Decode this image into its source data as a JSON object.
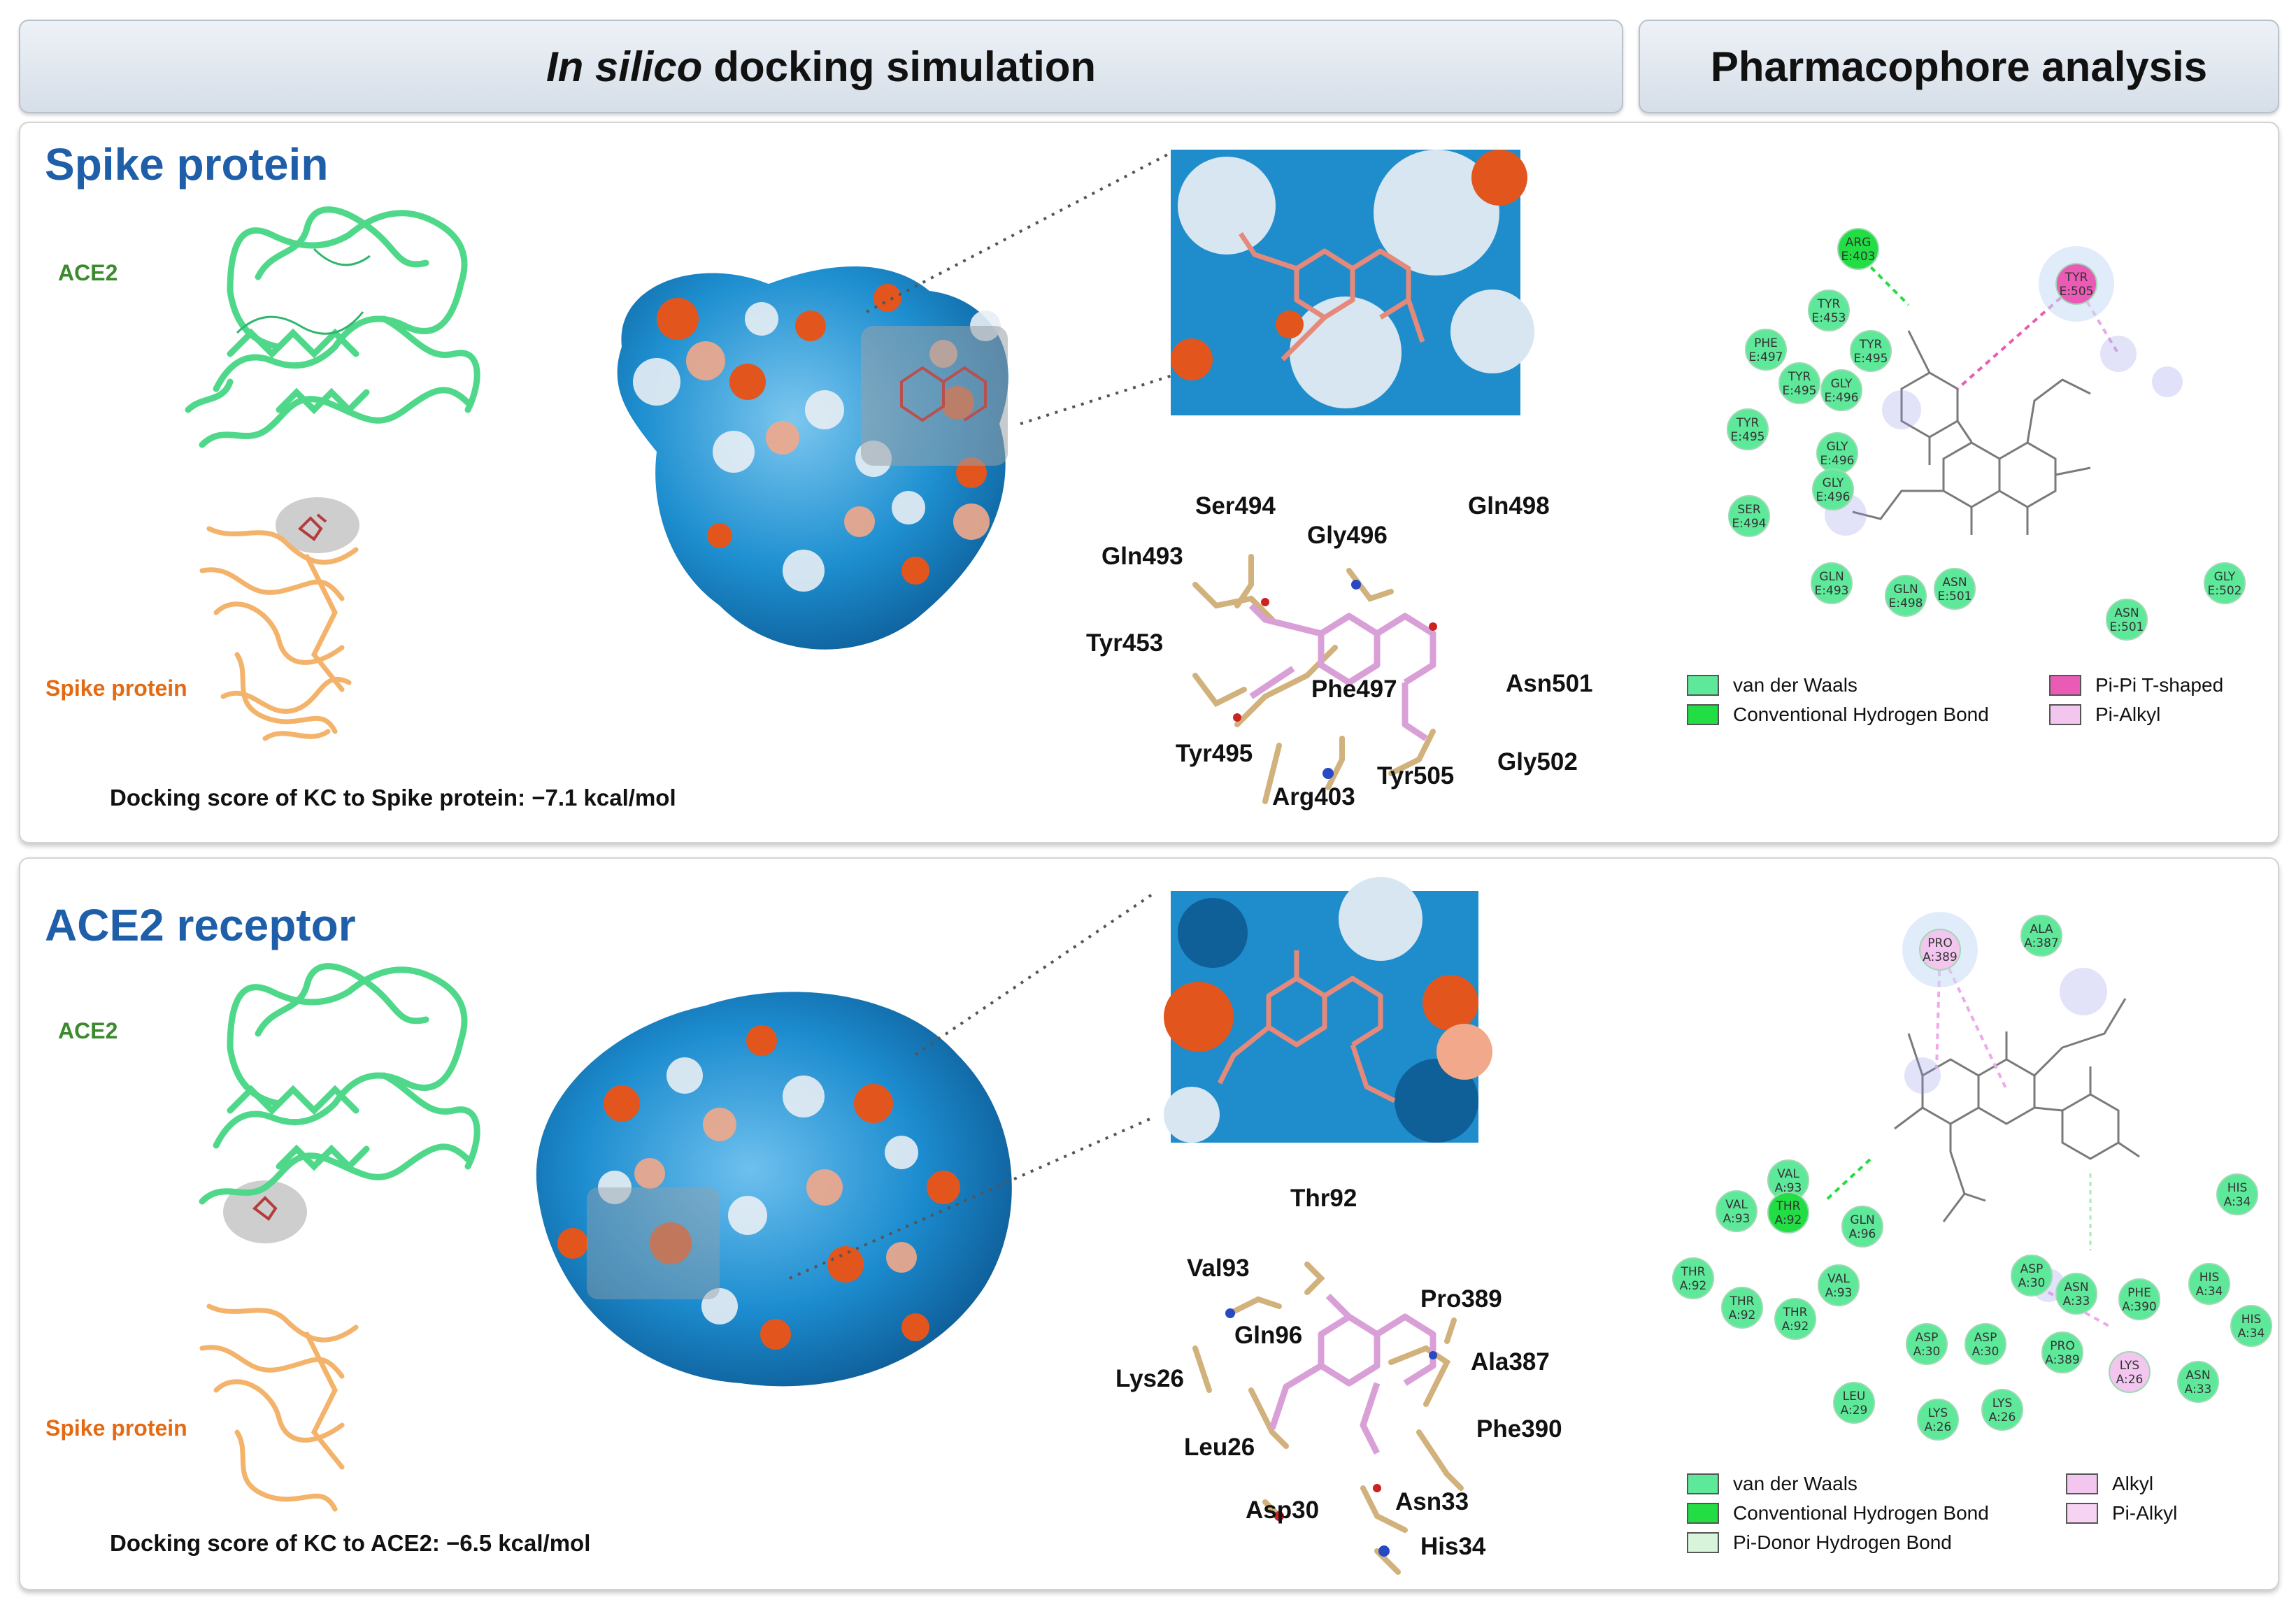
{
  "headers": {
    "docking_italic": "In silico",
    "docking_rest": "docking simulation",
    "pharmacophore": "Pharmacophore analysis"
  },
  "spike_panel": {
    "title": "Spike protein",
    "ace2_label": "ACE2",
    "spike_label": "Spike protein",
    "score": "Docking score of KC to Spike protein: −7.1 kcal/mol",
    "residues": [
      "Ser494",
      "Gly496",
      "Gln498",
      "Gln493",
      "Tyr453",
      "Phe497",
      "Asn501",
      "Tyr495",
      "Tyr505",
      "Gly502",
      "Arg403"
    ],
    "pharm_nodes": [
      {
        "l1": "ARG",
        "l2": "E:403",
        "type": "hbond"
      },
      {
        "l1": "TYR",
        "l2": "E:505",
        "type": "pipi"
      },
      {
        "l1": "TYR",
        "l2": "E:453",
        "type": "vdw"
      },
      {
        "l1": "PHE",
        "l2": "E:497",
        "type": "vdw"
      },
      {
        "l1": "TYR",
        "l2": "E:495",
        "type": "vdw"
      },
      {
        "l1": "TYR",
        "l2": "E:495",
        "type": "vdw"
      },
      {
        "l1": "GLY",
        "l2": "E:496",
        "type": "vdw"
      },
      {
        "l1": "TYR",
        "l2": "E:495",
        "type": "vdw"
      },
      {
        "l1": "GLY",
        "l2": "E:496",
        "type": "vdw"
      },
      {
        "l1": "GLY",
        "l2": "E:496",
        "type": "vdw"
      },
      {
        "l1": "SER",
        "l2": "E:494",
        "type": "vdw"
      },
      {
        "l1": "GLN",
        "l2": "E:493",
        "type": "vdw"
      },
      {
        "l1": "GLN",
        "l2": "E:498",
        "type": "vdw"
      },
      {
        "l1": "ASN",
        "l2": "E:501",
        "type": "vdw"
      },
      {
        "l1": "ASN",
        "l2": "E:501",
        "type": "vdw"
      },
      {
        "l1": "GLY",
        "l2": "E:502",
        "type": "vdw"
      }
    ],
    "legend": [
      {
        "label": "van der Waals",
        "color": "#5ee89a"
      },
      {
        "label": "Conventional Hydrogen Bond",
        "color": "#22dd44"
      },
      {
        "label": "Pi-Pi T-shaped",
        "color": "#e95bb4"
      },
      {
        "label": "Pi-Alkyl",
        "color": "#f2c6ee"
      }
    ]
  },
  "ace2_panel": {
    "title": "ACE2 receptor",
    "ace2_label": "ACE2",
    "spike_label": "Spike protein",
    "score": "Docking score of KC to ACE2: −6.5 kcal/mol",
    "residues": [
      "Thr92",
      "Val93",
      "Pro389",
      "Gln96",
      "Ala387",
      "Lys26",
      "Phe390",
      "Leu26",
      "Asp30",
      "Asn33",
      "His34"
    ],
    "pharm_nodes": [
      {
        "l1": "ALA",
        "l2": "A:387",
        "type": "vdw"
      },
      {
        "l1": "PRO",
        "l2": "A:389",
        "type": "alkyl"
      },
      {
        "l1": "VAL",
        "l2": "A:93",
        "type": "vdw"
      },
      {
        "l1": "VAL",
        "l2": "A:93",
        "type": "vdw"
      },
      {
        "l1": "THR",
        "l2": "A:92",
        "type": "hbond"
      },
      {
        "l1": "GLN",
        "l2": "A:96",
        "type": "vdw"
      },
      {
        "l1": "THR",
        "l2": "A:92",
        "type": "vdw"
      },
      {
        "l1": "THR",
        "l2": "A:92",
        "type": "vdw"
      },
      {
        "l1": "THR",
        "l2": "A:92",
        "type": "vdw"
      },
      {
        "l1": "VAL",
        "l2": "A:93",
        "type": "vdw"
      },
      {
        "l1": "ASP",
        "l2": "A:30",
        "type": "vdw"
      },
      {
        "l1": "ASN",
        "l2": "A:33",
        "type": "vdw"
      },
      {
        "l1": "PHE",
        "l2": "A:390",
        "type": "vdw"
      },
      {
        "l1": "HIS",
        "l2": "A:34",
        "type": "vdw"
      },
      {
        "l1": "HIS",
        "l2": "A:34",
        "type": "vdw"
      },
      {
        "l1": "HIS",
        "l2": "A:34",
        "type": "vdw"
      },
      {
        "l1": "ASP",
        "l2": "A:30",
        "type": "vdw"
      },
      {
        "l1": "ASP",
        "l2": "A:30",
        "type": "vdw"
      },
      {
        "l1": "PRO",
        "l2": "A:389",
        "type": "vdw"
      },
      {
        "l1": "LYS",
        "l2": "A:26",
        "type": "alkyl"
      },
      {
        "l1": "ASN",
        "l2": "A:33",
        "type": "vdw"
      },
      {
        "l1": "LEU",
        "l2": "A:29",
        "type": "vdw"
      },
      {
        "l1": "LYS",
        "l2": "A:26",
        "type": "vdw"
      },
      {
        "l1": "LYS",
        "l2": "A:26",
        "type": "vdw"
      }
    ],
    "legend": [
      {
        "label": "van der Waals",
        "color": "#5ee89a"
      },
      {
        "label": "Conventional Hydrogen Bond",
        "color": "#22dd44"
      },
      {
        "label": "Pi-Donor Hydrogen Bond",
        "color": "#d8f5dc"
      },
      {
        "label": "Alkyl",
        "color": "#f2c6ee"
      },
      {
        "label": "Pi-Alkyl",
        "color": "#f6d3f2"
      }
    ]
  },
  "colors": {
    "title_blue": "#1f5ea8",
    "ace2_green": "#3b8a2e",
    "spike_orange": "#e46a12",
    "vdw": "#5ee89a",
    "hbond": "#22dd44",
    "pipi": "#e95bb4",
    "alkyl": "#f2c6ee"
  }
}
